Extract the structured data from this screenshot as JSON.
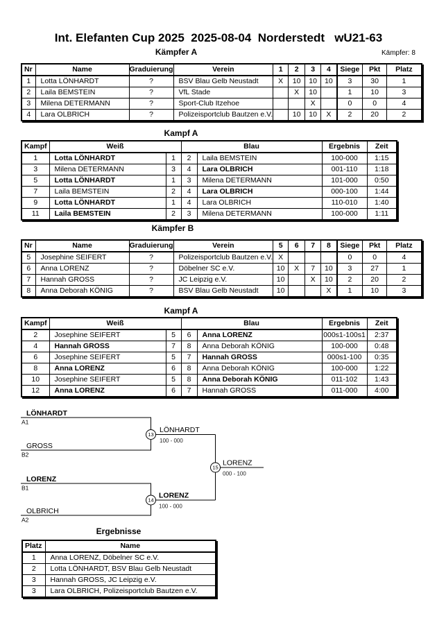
{
  "colors": {
    "text": "#000000",
    "background": "#ffffff",
    "lines": "#000000"
  },
  "header": {
    "title": "Int. Elefanten Cup 2025  2025-08-04  Norderstedt   wU21-63",
    "fighters_count": "Kämpfer: 8"
  },
  "sections": {
    "kampfer_a_title": "Kämpfer A",
    "kampf_a1_title": "Kampf A",
    "kampfer_b_title": "Kämpfer B",
    "kampf_a2_title": "Kampf A",
    "ergebnisse_title": "Ergebnisse"
  },
  "kampfer_a": {
    "headers": {
      "nr": "Nr",
      "name": "Name",
      "grad": "Graduierung",
      "verein": "Verein",
      "c1": "1",
      "c2": "2",
      "c3": "3",
      "c4": "4",
      "siege": "Siege",
      "pkt": "Pkt",
      "platz": "Platz"
    },
    "rows": [
      {
        "nr": "1",
        "name": "Lotta LÖNHARDT",
        "grad": "?",
        "verein": "BSV Blau Gelb Neustadt",
        "m": [
          "X",
          "10",
          "10",
          "10"
        ],
        "siege": "3",
        "pkt": "30",
        "platz": "1"
      },
      {
        "nr": "2",
        "name": "Laila BEMSTEIN",
        "grad": "?",
        "verein": "VfL Stade",
        "m": [
          "",
          "X",
          "10",
          ""
        ],
        "siege": "1",
        "pkt": "10",
        "platz": "3"
      },
      {
        "nr": "3",
        "name": "Milena DETERMANN",
        "grad": "?",
        "verein": "Sport-Club Itzehoe",
        "m": [
          "",
          "",
          "X",
          ""
        ],
        "siege": "0",
        "pkt": "0",
        "platz": "4"
      },
      {
        "nr": "4",
        "name": "Lara OLBRICH",
        "grad": "?",
        "verein": "Polizeisportclub Bautzen e.V.",
        "m": [
          "",
          "10",
          "10",
          "X"
        ],
        "siege": "2",
        "pkt": "20",
        "platz": "2"
      }
    ]
  },
  "kampf_a1": {
    "headers": {
      "kampf": "Kampf",
      "weiss": "Weiß",
      "blau": "Blau",
      "ergebnis": "Ergebnis",
      "zeit": "Zeit"
    },
    "rows": [
      {
        "k": "1",
        "w": "Lotta LÖNHARDT",
        "wb": true,
        "wn": "1",
        "bn": "2",
        "b": "Laila BEMSTEIN",
        "bb": false,
        "e": "100-000",
        "z": "1:15"
      },
      {
        "k": "3",
        "w": "Milena DETERMANN",
        "wb": false,
        "wn": "3",
        "bn": "4",
        "b": "Lara OLBRICH",
        "bb": true,
        "e": "001-110",
        "z": "1:18"
      },
      {
        "k": "5",
        "w": "Lotta LÖNHARDT",
        "wb": true,
        "wn": "1",
        "bn": "3",
        "b": "Milena DETERMANN",
        "bb": false,
        "e": "101-000",
        "z": "0:50"
      },
      {
        "k": "7",
        "w": "Laila BEMSTEIN",
        "wb": false,
        "wn": "2",
        "bn": "4",
        "b": "Lara OLBRICH",
        "bb": true,
        "e": "000-100",
        "z": "1:44"
      },
      {
        "k": "9",
        "w": "Lotta LÖNHARDT",
        "wb": true,
        "wn": "1",
        "bn": "4",
        "b": "Lara OLBRICH",
        "bb": false,
        "e": "110-010",
        "z": "1:40"
      },
      {
        "k": "11",
        "w": "Laila BEMSTEIN",
        "wb": true,
        "wn": "2",
        "bn": "3",
        "b": "Milena DETERMANN",
        "bb": false,
        "e": "100-000",
        "z": "1:11"
      }
    ]
  },
  "kampfer_b": {
    "headers": {
      "nr": "Nr",
      "name": "Name",
      "grad": "Graduierung",
      "verein": "Verein",
      "c1": "5",
      "c2": "6",
      "c3": "7",
      "c4": "8",
      "siege": "Siege",
      "pkt": "Pkt",
      "platz": "Platz"
    },
    "rows": [
      {
        "nr": "5",
        "name": "Josephine SEIFERT",
        "grad": "?",
        "verein": "Polizeisportclub Bautzen e.V.",
        "m": [
          "X",
          "",
          "",
          ""
        ],
        "siege": "0",
        "pkt": "0",
        "platz": "4"
      },
      {
        "nr": "6",
        "name": "Anna LORENZ",
        "grad": "?",
        "verein": "Döbelner SC e.V.",
        "m": [
          "10",
          "X",
          "7",
          "10"
        ],
        "siege": "3",
        "pkt": "27",
        "platz": "1"
      },
      {
        "nr": "7",
        "name": "Hannah GROSS",
        "grad": "?",
        "verein": "JC Leipzig e.V.",
        "m": [
          "10",
          "",
          "X",
          "10"
        ],
        "siege": "2",
        "pkt": "20",
        "platz": "2"
      },
      {
        "nr": "8",
        "name": "Anna Deborah KÖNIG",
        "grad": "?",
        "verein": "BSV Blau Gelb Neustadt",
        "m": [
          "10",
          "",
          "",
          "X"
        ],
        "siege": "1",
        "pkt": "10",
        "platz": "3"
      }
    ]
  },
  "kampf_a2": {
    "headers": {
      "kampf": "Kampf",
      "weiss": "Weiß",
      "blau": "Blau",
      "ergebnis": "Ergebnis",
      "zeit": "Zeit"
    },
    "rows": [
      {
        "k": "2",
        "w": "Josephine SEIFERT",
        "wb": false,
        "wn": "5",
        "bn": "6",
        "b": "Anna LORENZ",
        "bb": true,
        "e": "000s1-100s1",
        "z": "2:37"
      },
      {
        "k": "4",
        "w": "Hannah GROSS",
        "wb": true,
        "wn": "7",
        "bn": "8",
        "b": "Anna Deborah KÖNIG",
        "bb": false,
        "e": "100-000",
        "z": "0:48"
      },
      {
        "k": "6",
        "w": "Josephine SEIFERT",
        "wb": false,
        "wn": "5",
        "bn": "7",
        "b": "Hannah GROSS",
        "bb": true,
        "e": "000s1-100",
        "z": "0:35"
      },
      {
        "k": "8",
        "w": "Anna LORENZ",
        "wb": true,
        "wn": "6",
        "bn": "8",
        "b": "Anna Deborah KÖNIG",
        "bb": false,
        "e": "100-000",
        "z": "1:22"
      },
      {
        "k": "10",
        "w": "Josephine SEIFERT",
        "wb": false,
        "wn": "5",
        "bn": "8",
        "b": "Anna Deborah KÖNIG",
        "bb": true,
        "e": "011-102",
        "z": "1:43"
      },
      {
        "k": "12",
        "w": "Anna LORENZ",
        "wb": true,
        "wn": "6",
        "bn": "7",
        "b": "Hannah GROSS",
        "bb": false,
        "e": "011-000",
        "z": "4:00"
      }
    ]
  },
  "bracket": {
    "semi1": {
      "top_name": "LÖNHARDT",
      "top_bold": true,
      "top_seed": "A1",
      "bottom_name": "GROSS",
      "bottom_bold": false,
      "bottom_seed": "B2",
      "match_no": "13",
      "winner": "LÖNHARDT",
      "winner_bold": false,
      "score": "100 - 000"
    },
    "semi2": {
      "top_name": "LORENZ",
      "top_bold": true,
      "top_seed": "B1",
      "bottom_name": "OLBRICH",
      "bottom_bold": false,
      "bottom_seed": "A2",
      "match_no": "14",
      "winner": "LORENZ",
      "winner_bold": true,
      "score": "100 - 000"
    },
    "final": {
      "match_no": "15",
      "winner": "LORENZ",
      "winner_bold": false,
      "score": "000 - 100"
    }
  },
  "ergebnisse": {
    "headers": {
      "platz": "Platz",
      "name": "Name"
    },
    "rows": [
      {
        "platz": "1",
        "name": "Anna LORENZ, Döbelner SC e.V."
      },
      {
        "platz": "2",
        "name": "Lotta LÖNHARDT, BSV Blau Gelb Neustadt"
      },
      {
        "platz": "3",
        "name": "Hannah GROSS, JC Leipzig e.V."
      },
      {
        "platz": "3",
        "name": "Lara OLBRICH, Polizeisportclub Bautzen e.V."
      }
    ]
  }
}
